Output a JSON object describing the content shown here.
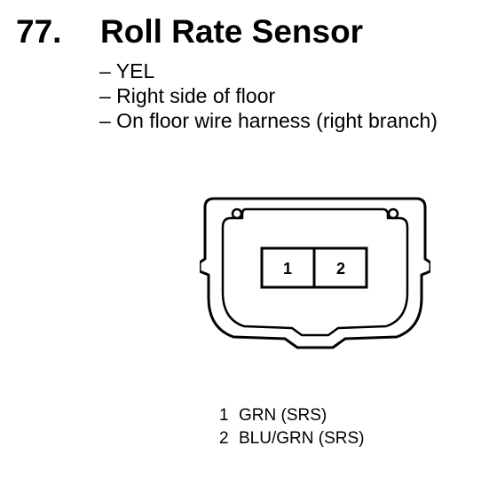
{
  "heading": {
    "number": "77.",
    "title": "Roll Rate Sensor"
  },
  "details": [
    "– YEL",
    "– Right side of floor",
    "– On floor wire harness (right branch)"
  ],
  "connector": {
    "cavities": [
      {
        "label": "1"
      },
      {
        "label": "2"
      }
    ]
  },
  "pins": [
    {
      "number": "1",
      "circuit": "GRN (SRS)"
    },
    {
      "number": "2",
      "circuit": "BLU/GRN (SRS)"
    }
  ]
}
